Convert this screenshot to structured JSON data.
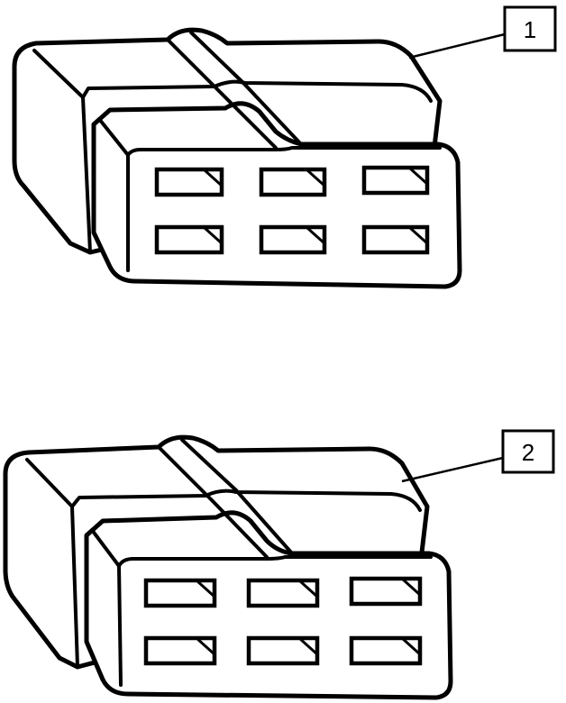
{
  "callouts": [
    {
      "label": "1"
    },
    {
      "label": "2"
    }
  ],
  "connectors": [
    {
      "name": "connector-1",
      "rows": 2,
      "cols": 3
    },
    {
      "name": "connector-2",
      "rows": 2,
      "cols": 3
    }
  ],
  "colors": {
    "line": "#000000",
    "fill": "#ffffff"
  }
}
